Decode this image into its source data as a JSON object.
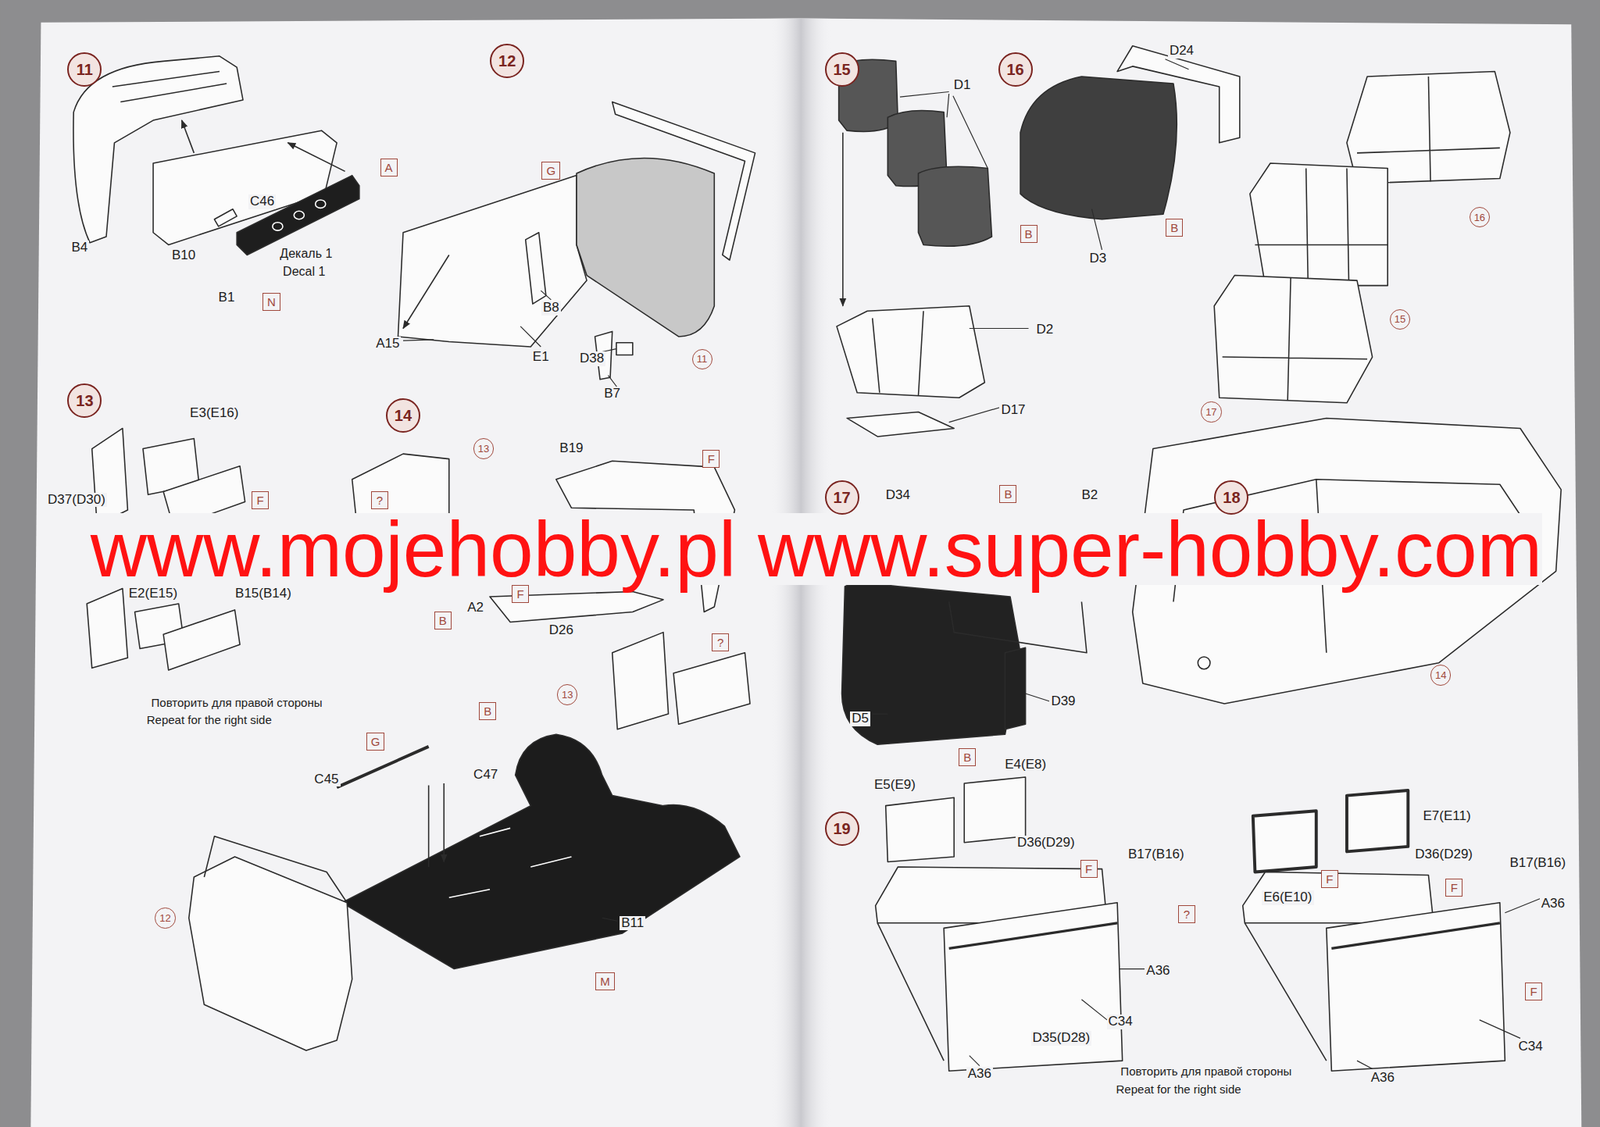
{
  "diagram": {
    "nodes": [
      {
        "text": [
          "11"
        ]
      },
      {
        "text": [
          "A"
        ]
      },
      {
        "text": [
          "N"
        ]
      },
      {
        "text": [
          "12"
        ]
      },
      {
        "text": [
          "G"
        ]
      },
      {
        "text": [
          "11"
        ]
      },
      {
        "text": [
          "13"
        ]
      },
      {
        "text": [
          "F"
        ]
      },
      {
        "text": [
          "14"
        ]
      },
      {
        "text": [
          "13"
        ]
      },
      {
        "text": [
          "F"
        ]
      },
      {
        "text": [
          "?"
        ]
      },
      {
        "text": [
          "F"
        ]
      },
      {
        "text": [
          "B"
        ]
      },
      {
        "text": [
          "?"
        ]
      },
      {
        "text": [
          "13"
        ]
      },
      {
        "text": [
          "B"
        ]
      },
      {
        "text": [
          "G"
        ]
      },
      {
        "text": [
          "12"
        ]
      },
      {
        "text": [
          "M"
        ]
      },
      {
        "text": [
          "15"
        ]
      },
      {
        "text": [
          "B"
        ]
      },
      {
        "text": [
          "16"
        ]
      },
      {
        "text": [
          "B"
        ]
      },
      {
        "text": [
          "16"
        ]
      },
      {
        "text": [
          "15"
        ]
      },
      {
        "text": [
          "17"
        ]
      },
      {
        "text": [
          "17"
        ]
      },
      {
        "text": [
          "B"
        ]
      },
      {
        "text": [
          "B"
        ]
      },
      {
        "text": [
          "18"
        ]
      },
      {
        "text": [
          "14"
        ]
      },
      {
        "text": [
          "19"
        ]
      },
      {
        "text": [
          "F"
        ]
      },
      {
        "text": [
          "?"
        ]
      },
      {
        "text": [
          "F"
        ]
      },
      {
        "text": [
          "F"
        ]
      },
      {
        "text": [
          "F"
        ]
      }
    ],
    "labels": [
      "B4",
      "B10",
      "C46",
      "B1",
      "Декаль 1",
      "Decal 1",
      "B8",
      "D38",
      "A15",
      "E1",
      "B7",
      "E3(E16)",
      "D37(D30)",
      "E2(E15)",
      "B15(B14)",
      "Повторить для правой стороны",
      "Repeat for the right side",
      "B19",
      "A2",
      "D26",
      "C45",
      "C47",
      "B11",
      "D1",
      "D2",
      "D17",
      "D24",
      "D3",
      "B2",
      "D34",
      "D39",
      "D5",
      "E5(E9)",
      "E4(E8)",
      "D36(D29)",
      "B17(B16)",
      "A36",
      "C34",
      "A36",
      "D35(D28)",
      "E6(E10)",
      "E7(E11)",
      "D36(D29)",
      "B17(B16)",
      "A36",
      "C34",
      "A36",
      "Повторить для правой стороны",
      "Repeat for the right side",
      "www.mojehobby.pl www.super-hobby.com"
    ]
  }
}
